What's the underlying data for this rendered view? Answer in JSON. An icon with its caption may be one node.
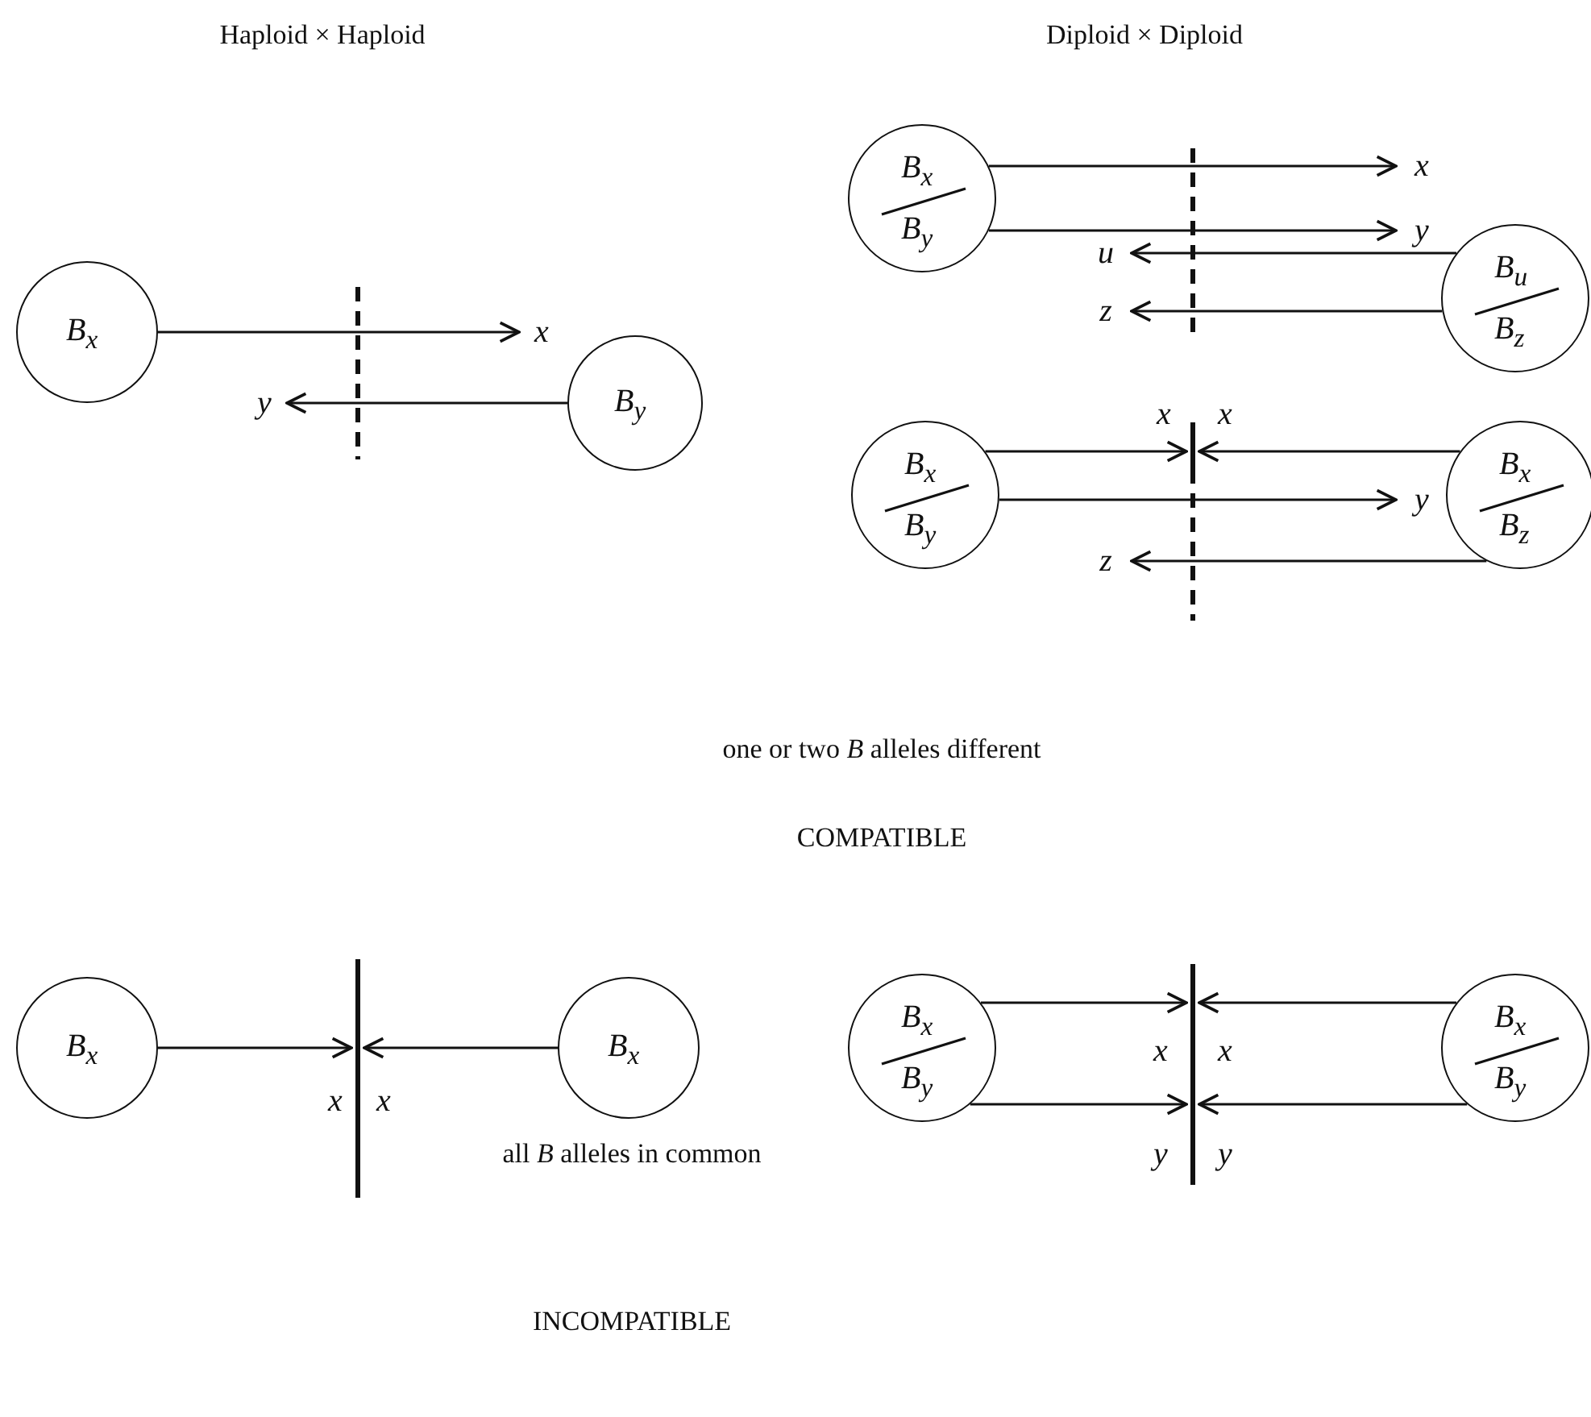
{
  "diagram": {
    "nodes": [
      {
        "text": [
          "B$_{x}$"
        ]
      },
      {
        "text": [
          "B$_{y}$"
        ]
      },
      {
        "text": [],
        "shape": "bar"
      },
      {
        "text": [
          "B$_{x}$",
          "B$_{y}$"
        ]
      },
      {
        "text": [
          "B$_{u}$",
          "B$_{z}$"
        ]
      },
      {
        "text": [],
        "shape": "bar"
      },
      {
        "text": [
          "B$_{x}$",
          "B$_{y}$"
        ]
      },
      {
        "text": [
          "B$_{x}$",
          "B$_{z}$"
        ]
      },
      {
        "text": [],
        "shape": "bar"
      },
      {
        "text": [
          "B$_{x}$"
        ]
      },
      {
        "text": [
          "B$_{x}$"
        ]
      },
      {
        "text": [],
        "shape": "bar"
      },
      {
        "text": [
          "B$_{x}$",
          "B$_{y}$"
        ]
      },
      {
        "text": [
          "B$_{x}$",
          "B$_{y}$"
        ]
      },
      {
        "text": [],
        "shape": "bar"
      }
    ],
    "edges": [
      {
        "from": 0,
        "to": null,
        "arrow": "to",
        "label": "x"
      },
      {
        "from": 1,
        "to": null,
        "arrow": "to",
        "label": "y"
      },
      {
        "from": 3,
        "to": null,
        "arrow": "to",
        "label": "x"
      },
      {
        "from": 3,
        "to": null,
        "arrow": "to",
        "label": "y"
      },
      {
        "from": 4,
        "to": null,
        "arrow": "to",
        "label": "u"
      },
      {
        "from": 4,
        "to": null,
        "arrow": "to",
        "label": "z"
      },
      {
        "from": 6,
        "to": 8,
        "arrow": "to",
        "label": "x"
      },
      {
        "from": 7,
        "to": 8,
        "arrow": "to",
        "label": "x"
      },
      {
        "from": 6,
        "to": null,
        "arrow": "to",
        "label": "y"
      },
      {
        "from": 7,
        "to": null,
        "arrow": "to",
        "label": "z"
      },
      {
        "from": 9,
        "to": 11,
        "arrow": "to",
        "label": "x"
      },
      {
        "from": 10,
        "to": 11,
        "arrow": "to",
        "label": "x"
      },
      {
        "from": 12,
        "to": 14,
        "arrow": "to",
        "label": "x"
      },
      {
        "from": 12,
        "to": 14,
        "arrow": "to",
        "label": "y"
      },
      {
        "from": 13,
        "to": 14,
        "arrow": "to",
        "label": "x"
      },
      {
        "from": 13,
        "to": 14,
        "arrow": "to",
        "label": "y"
      }
    ],
    "labels": [
      "Haploid × Haploid",
      "Diploid × Diploid",
      "one or two *B* alleles different",
      "COMPATIBLE",
      "all *B* alleles in common",
      "INCOMPATIBLE"
    ]
  }
}
